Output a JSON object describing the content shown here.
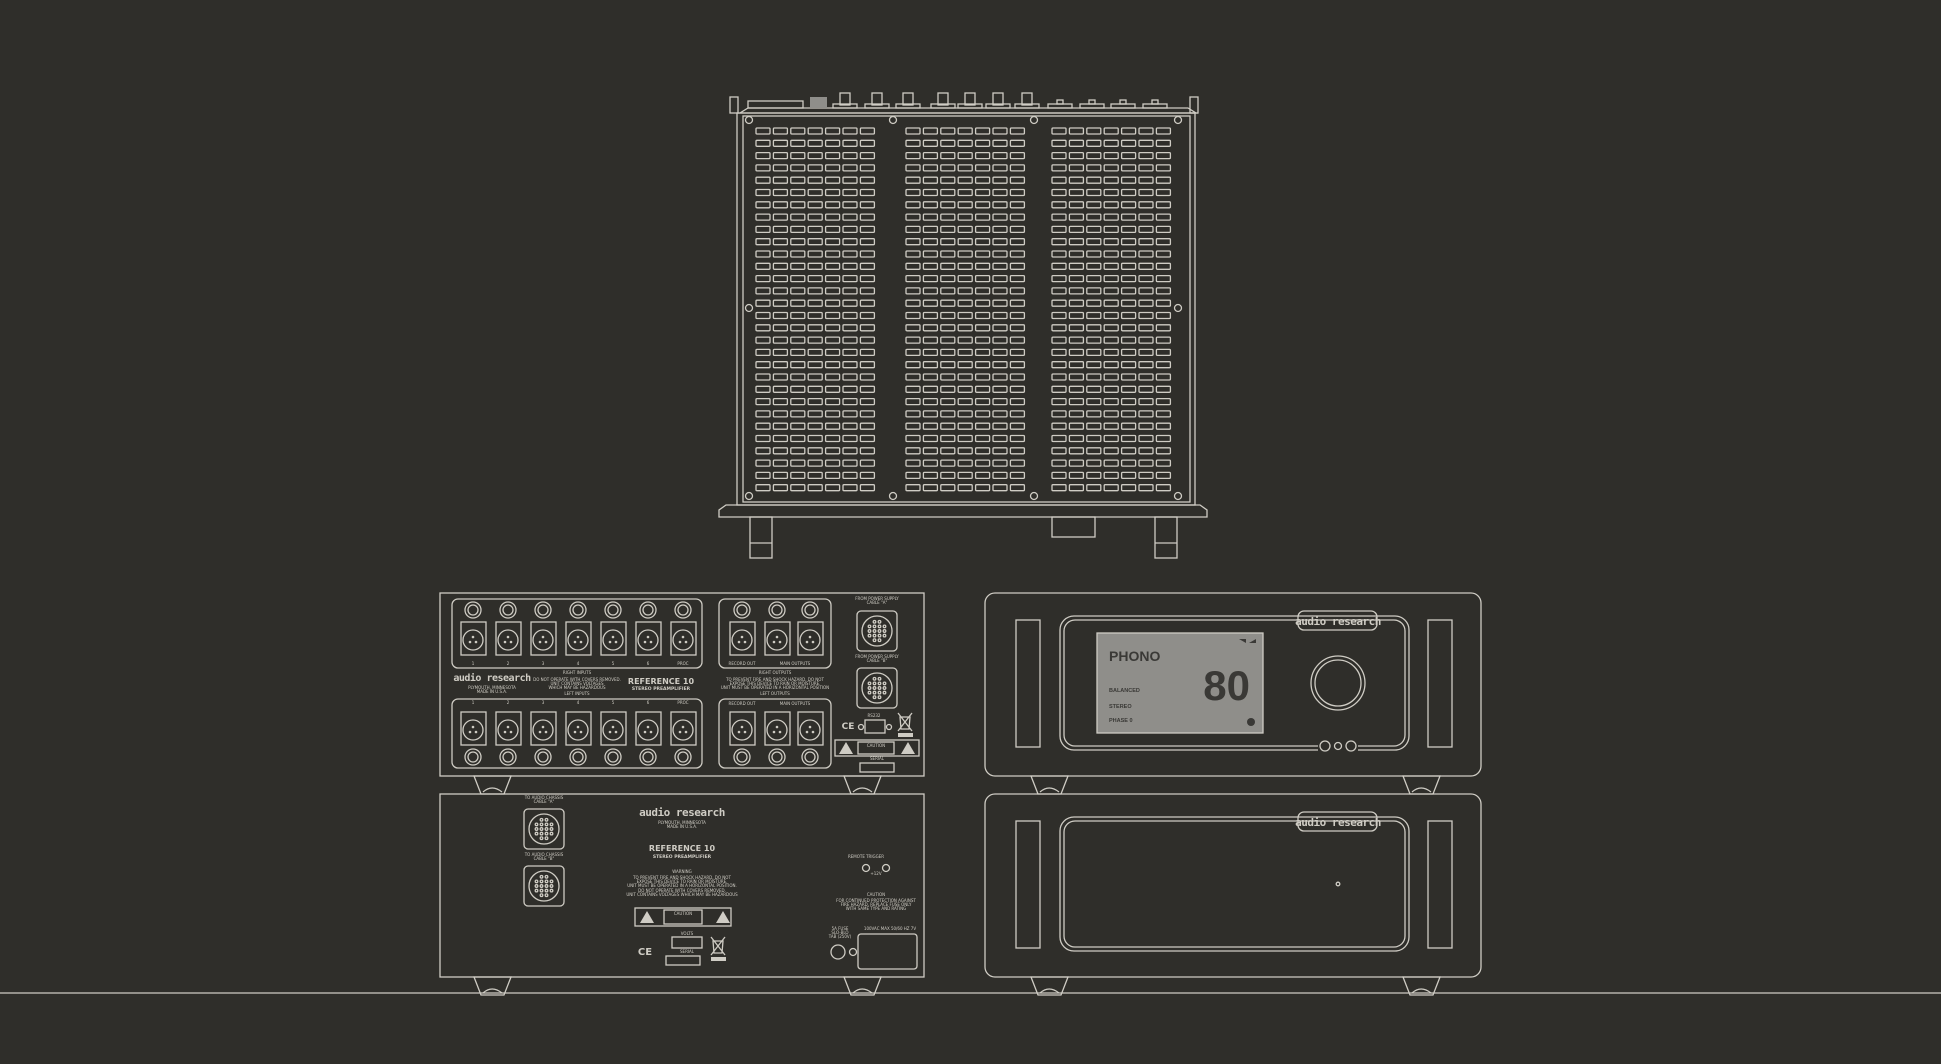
{
  "colors": {
    "background": "#2f2e2a",
    "line": "#cfccc4",
    "display": "#8f8e8a",
    "display_text": "#3a3936"
  },
  "power_supply_top_view": {
    "slot_rows": 30,
    "slot_columns_per_panel": 7,
    "panels": 3
  },
  "preamp_rear": {
    "logo": "audio research",
    "city": "PLYMOUTH, MINNESOTA",
    "made_in": "MADE IN U.S.A.",
    "model": "REFERENCE 10",
    "model_sub": "STEREO PREAMPLIFIER",
    "right_inputs": "RIGHT INPUTS",
    "left_inputs": "LEFT INPUTS",
    "right_outputs": "RIGHT OUTPUTS",
    "left_outputs": "LEFT OUTPUTS",
    "input_labels": [
      "1",
      "2",
      "3",
      "4",
      "5",
      "6",
      "PROC"
    ],
    "record_out": "RECORD OUT",
    "main_outputs": "MAIN OUTPUTS",
    "covers_warning": [
      "DO NOT OPERATE WITH COVERS REMOVED.",
      "UNIT CONTAINS VOLTAGES",
      "WHICH MAY BE HAZARDOUS"
    ],
    "fire_warning": [
      "TO PREVENT FIRE AND SHOCK HAZARD, DO NOT",
      "EXPOSE THIS DEVICE TO RAIN OR MOISTURE.",
      "UNIT MUST BE OPERATED IN A HORIZONTAL POSITION"
    ],
    "cable_a": [
      "FROM POWER SUPPLY",
      "CABLE \"A\""
    ],
    "cable_b": [
      "FROM POWER SUPPLY",
      "CABLE \"B\""
    ],
    "rs232": "RS232",
    "ce": "CE",
    "caution": "CAUTION",
    "serial": "SERIAL"
  },
  "power_supply_rear": {
    "logo": "audio research",
    "city": "PLYMOUTH, MINNESOTA",
    "made_in": "MADE IN U.S.A.",
    "model": "REFERENCE 10",
    "model_sub": "STEREO PREAMPLIFIER",
    "cable_a": [
      "TO AUDIO CHASSIS",
      "CABLE \"A\""
    ],
    "cable_b": [
      "TO AUDIO CHASSIS",
      "CABLE \"B\""
    ],
    "warning_title": "WARNING",
    "warning_lines": [
      "TO PREVENT FIRE AND SHOCK HAZARD, DO NOT",
      "EXPOSE THIS DEVICE TO RAIN OR MOISTURE.",
      "UNIT MUST BE OPERATED IN A HORIZONTAL POSITION.",
      "DO NOT OPERATE WITH COVERS REMOVED.",
      "UNIT CONTAINS VOLTAGES WHICH MAY BE HAZARDOUS"
    ],
    "caution": "CAUTION",
    "ce": "CE",
    "volts": "VOLTS",
    "serial": "SERIAL",
    "remote_trigger": "REMOTE TRIGGER",
    "trigger_voltage": "+12V",
    "fuse_caution_title": "CAUTION",
    "fuse_caution_lines": [
      "FOR CONTINUED PROTECTION AGAINST",
      "FIRE HAZARD, REPLACE FUSE ONLY",
      "WITH SAME TYPE AND RATING"
    ],
    "fuse_lines": [
      "5A FUSE",
      "SLO-BLO",
      "TAB (250V)"
    ],
    "power_rating": "100VAC MAX 50/60 HZ 7V"
  },
  "preamp_front": {
    "logo": "audio research",
    "display": {
      "input": "PHONO",
      "volume": "80",
      "mode": "BALANCED",
      "channels": "STEREO",
      "phase": "PHASE 0"
    }
  },
  "power_supply_front": {
    "logo": "audio research"
  }
}
